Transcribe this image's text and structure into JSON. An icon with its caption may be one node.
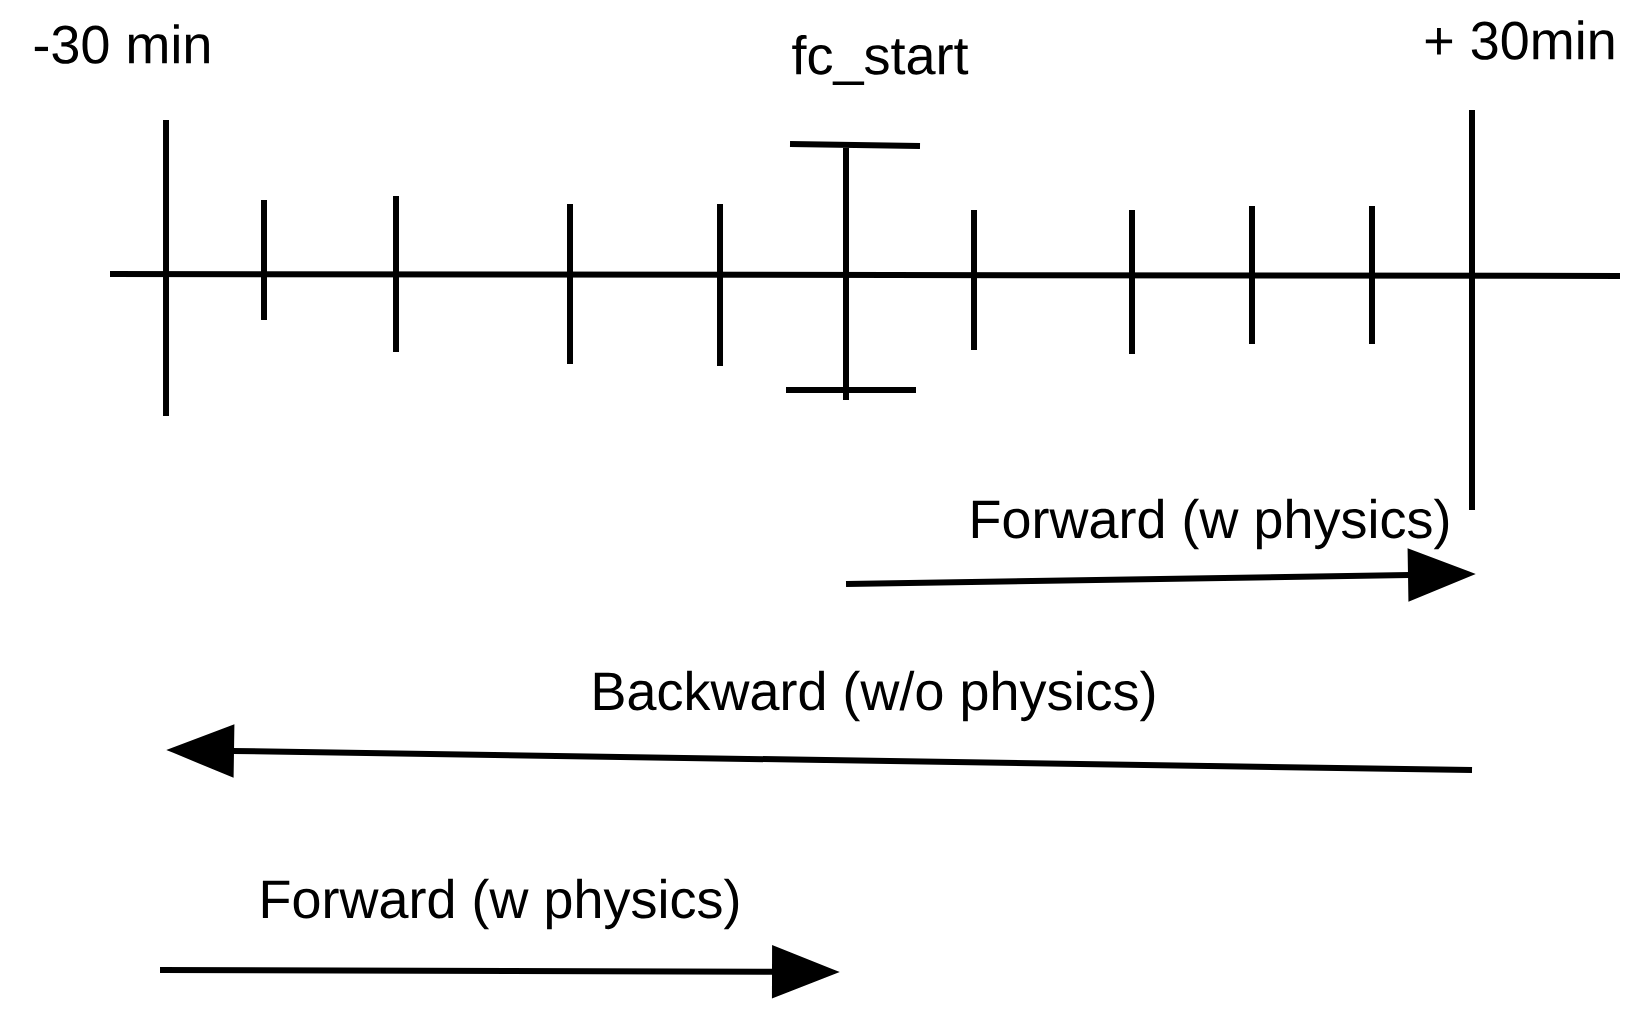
{
  "diagram": {
    "labels": [
      "-30 min",
      "fc_start",
      "+ 30min",
      "Forward (w physics)",
      "Backward (w/o physics)",
      "Forward (w physics)"
    ]
  }
}
